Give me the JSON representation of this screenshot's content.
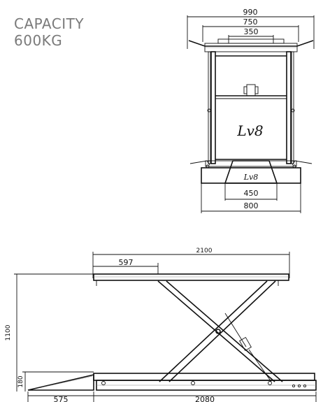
{
  "capacity": {
    "label": "CAPACITY",
    "value": "600KG"
  },
  "front_view": {
    "dim_990": "990",
    "dim_750": "750",
    "dim_350": "350",
    "dim_450": "450",
    "dim_800": "800",
    "logo_text": "Lv8",
    "base_logo_text": "Lv8"
  },
  "side_view": {
    "dim_2100": "2100",
    "dim_597": "597",
    "dim_1100": "1100",
    "dim_180": "180",
    "dim_575": "575",
    "dim_2080": "2080"
  }
}
